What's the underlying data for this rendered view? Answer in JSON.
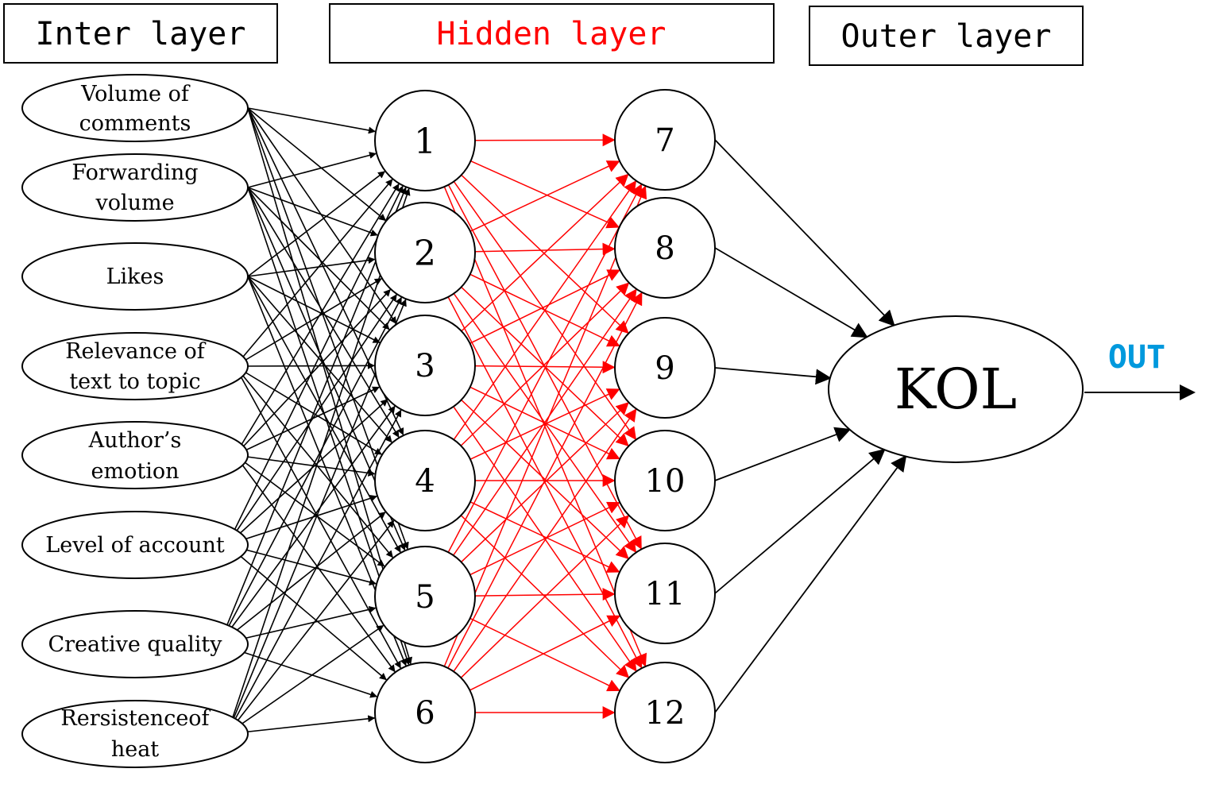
{
  "headers": {
    "input": "Inter layer",
    "hidden": "Hidden layer",
    "output": "Outer layer"
  },
  "inputs": [
    {
      "line1": "Volume of",
      "line2": "comments"
    },
    {
      "line1": "Forwarding",
      "line2": "volume"
    },
    {
      "line1": "Likes",
      "line2": ""
    },
    {
      "line1": "Relevance of",
      "line2": "text to topic"
    },
    {
      "line1": "Author’s",
      "line2": "emotion"
    },
    {
      "line1": "Level of account",
      "line2": ""
    },
    {
      "line1": "Creative quality",
      "line2": ""
    },
    {
      "line1": "Rersistenceof",
      "line2": "heat"
    }
  ],
  "hidden1": [
    "1",
    "2",
    "3",
    "4",
    "5",
    "6"
  ],
  "hidden2": [
    "7",
    "8",
    "9",
    "10",
    "11",
    "12"
  ],
  "output_node": "KOL",
  "out_label": "OUT",
  "colors": {
    "black": "#000000",
    "hidden_title": "#ff0000",
    "red_edges": "#ff0000",
    "out_label": "#0099dd"
  }
}
